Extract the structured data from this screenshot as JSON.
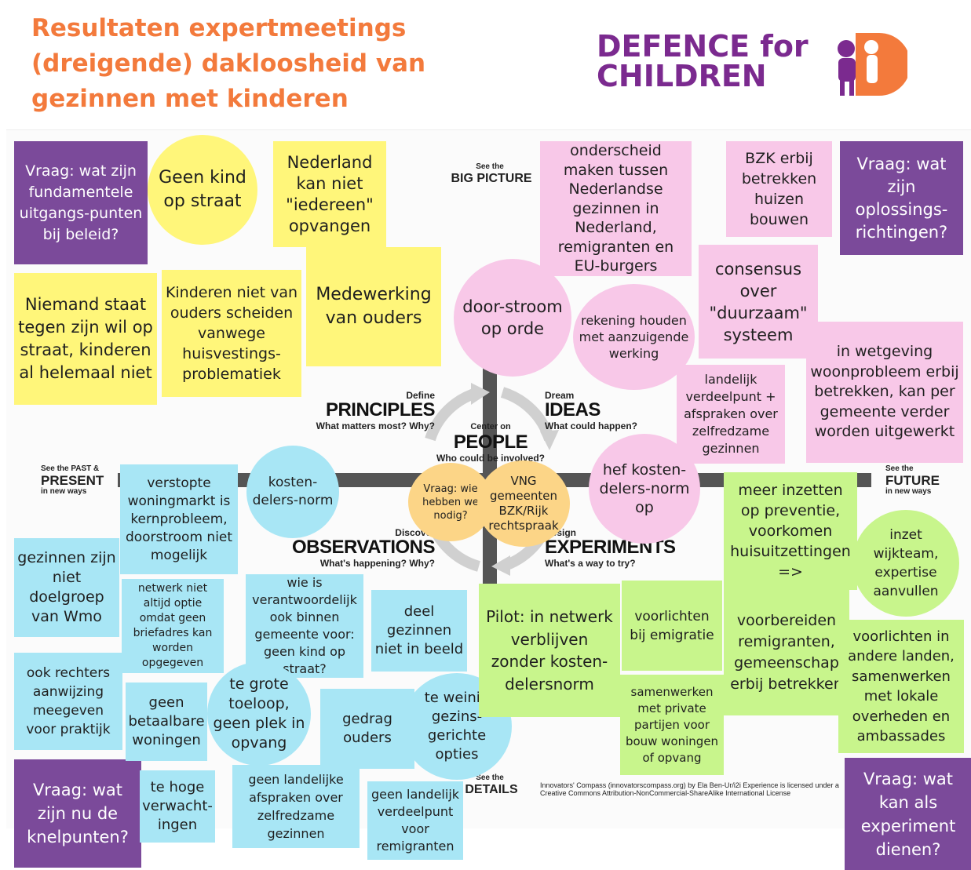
{
  "header": {
    "title_line1": "Resultaten expertmeetings",
    "title_line2": "(dreigende) dakloosheid van",
    "title_line3": "gezinnen met kinderen",
    "logo_line1": "DEFENCE for",
    "logo_line2": "CHILDREN"
  },
  "colors": {
    "title": "#f37a3c",
    "question": "#7b4a9a",
    "principles": "#fff67a",
    "ideas": "#f8c8e8",
    "observations": "#a8e6f5",
    "experiments": "#c8f58c",
    "people": "#fcd587"
  },
  "compass": {
    "big_picture_small": "See the",
    "big_picture": "BIG PICTURE",
    "past_small": "See the PAST &",
    "past": "PRESENT",
    "past_sub": "in new ways",
    "future_small": "See the",
    "future": "FUTURE",
    "future_sub": "in new ways",
    "details_small": "See the",
    "details": "DETAILS",
    "principles_small": "Define",
    "principles": "PRINCIPLES",
    "principles_q": "What matters most? Why?",
    "ideas_small": "Dream",
    "ideas": "IDEAS",
    "ideas_q": "What could happen?",
    "people_small": "Center on",
    "people": "PEOPLE",
    "people_q": "Who could be involved?",
    "observations_small": "Discover",
    "observations": "OBSERVATIONS",
    "observations_q": "What's happening? Why?",
    "experiments_small": "Design",
    "experiments": "EXPERIMENTS",
    "experiments_q": "What's a way to try?",
    "credit": "Innovators' Compass (innovatorscompass.org) by Ela Ben-Ur/i2i Experience is licensed under a Creative Commons Attribution-NonCommercial-ShareAlike International License"
  },
  "questions": {
    "principles": "Vraag: wat zijn fundamentele uitgangs-punten bij beleid?",
    "ideas": "Vraag: wat zijn oplossings-richtingen?",
    "observations": "Vraag: wat zijn nu de knelpunten?",
    "experiments": "Vraag: wat kan als experiment dienen?",
    "people": "Vraag: wie hebben we nodig?"
  },
  "people_note": "VNG gemeenten BZK/Rijk rechtspraak",
  "principles": {
    "n1": "Geen kind op straat",
    "n2": "Nederland kan niet \"iedereen\" opvangen",
    "n3": "Niemand staat tegen zijn wil op straat, kinderen al helemaal niet",
    "n4": "Kinderen niet van ouders scheiden vanwege huisvestings-problematiek",
    "n5": "Medewerking van ouders"
  },
  "ideas": {
    "n1": "onderscheid maken tussen Nederlandse gezinnen in Nederland, remigranten en EU-burgers",
    "n2": "BZK erbij betrekken huizen bouwen",
    "n3": "door-stroom op orde",
    "n4": "consensus over \"duurzaam\" systeem",
    "n5": "rekening houden met aanzuigende werking",
    "n6": "in wetgeving woonprobleem erbij betrekken, kan per gemeente verder worden uitgewerkt",
    "n7": "landelijk verdeelpunt + afspraken over zelfredzame gezinnen",
    "n8": "hef kosten-delers-norm op"
  },
  "observations": {
    "n1": "kosten-delers-norm",
    "n2": "verstopte woningmarkt is kernprobleem, doorstroom niet mogelijk",
    "n3": "gezinnen zijn niet doelgroep van Wmo",
    "n4": "netwerk niet altijd optie omdat geen briefadres kan worden opgegeven",
    "n5": "wie is verantwoordelijk ook binnen gemeente voor: geen kind op straat?",
    "n6": "deel gezinnen niet in beeld",
    "n7": "ook rechters aanwijzing meegeven voor praktijk",
    "n8": "geen betaalbare woningen",
    "n9": "te grote toeloop, geen plek in opvang",
    "n10": "gedrag ouders",
    "n11": "te weinig gezins-gerichte opties",
    "n12": "te hoge verwacht-ingen",
    "n13": "geen landelijke afspraken over zelfredzame gezinnen",
    "n14": "geen landelijk verdeelpunt voor remigranten"
  },
  "experiments": {
    "n1": "meer inzetten op preventie, voorkomen huisuitzettingen =>",
    "n2": "inzet wijkteam, expertise aanvullen",
    "n3": "Pilot: in netwerk verblijven zonder kosten-delersnorm",
    "n4": "voorlichten bij emigratie",
    "n5": "voorbereiden remigranten, gemeenschap erbij betrekken",
    "n6": "voorlichten in andere landen, samenwerken met lokale overheden en ambassades",
    "n7": "samenwerken met private partijen voor bouw woningen of opvang"
  }
}
